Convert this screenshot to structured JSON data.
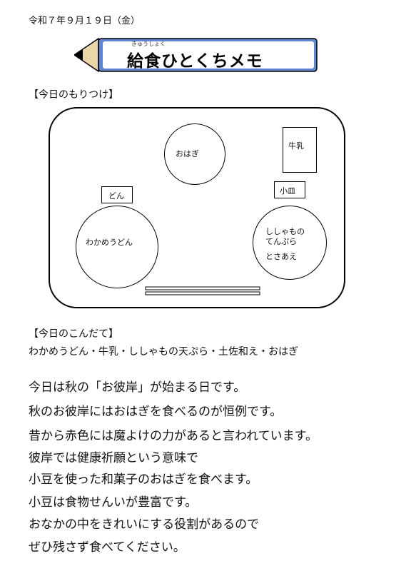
{
  "header": {
    "date": "令和７年９月１９日（金）",
    "title": "給食ひとくちメモ",
    "title_ruby": "きゅうしょく",
    "pencil_color": "#5f86d0"
  },
  "arrangement": {
    "heading": "【今日のもりつけ】",
    "ohagi": "おはぎ",
    "milk": "牛乳",
    "udon_label": "どん",
    "udon_bowl": "わかめうどん",
    "kozara_label": "小皿",
    "side_line1": "ししゃもの",
    "side_line2": "てんぷら",
    "side_line3": "とさあえ",
    "chopsticks": "chopsticks-icon"
  },
  "menu": {
    "heading": "【今日のこんだて】",
    "items": "わかめうどん・牛乳・ししゃもの天ぷら・土佐和え・おはぎ"
  },
  "memo": {
    "lines": [
      "今日は秋の「お彼岸」が始まる日です。",
      "秋のお彼岸にはおはぎを食べるのが恒例です。",
      "昔から赤色には魔よけの力があると言われています。",
      "彼岸では健康祈願という意味で",
      "小豆を使った和菓子のおはぎを食べます。",
      "小豆は食物せんいが豊富です。",
      "おなかの中をきれいにする役割があるので",
      "ぜひ残さず食べてください。"
    ]
  }
}
